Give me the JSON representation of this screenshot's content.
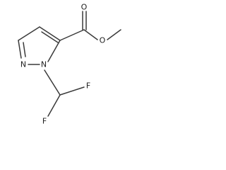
{
  "molecule": {
    "atoms": {
      "O_carbonyl": "O",
      "O_ester": "O",
      "N1": "N",
      "N2": "N",
      "F_upper": "F",
      "F_lower": "F"
    }
  },
  "colors": {
    "bond": "#3a3a3a",
    "label": "#1f1f1f",
    "background": "#ffffff"
  }
}
